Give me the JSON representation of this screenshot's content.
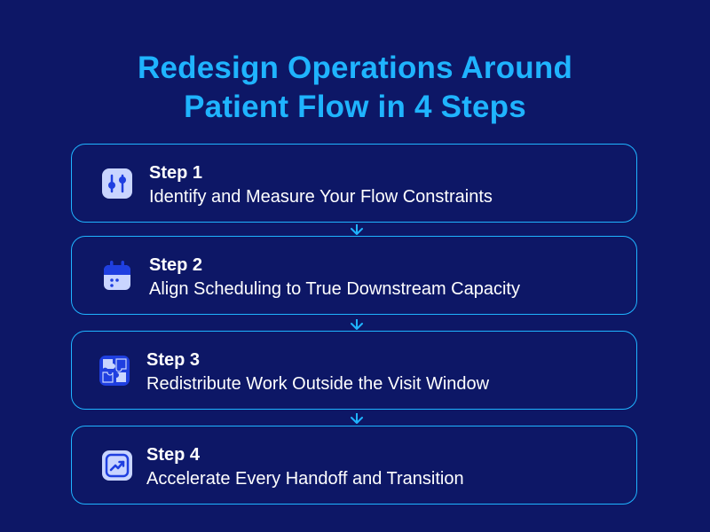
{
  "title": {
    "line1": "Redesign Operations Around",
    "line2": "Patient Flow in 4 Steps"
  },
  "steps": [
    {
      "label": "Step 1",
      "text": "Identify and Measure Your Flow Constraints",
      "icon": "sliders-icon"
    },
    {
      "label": "Step 2",
      "text": "Align Scheduling to True Downstream Capacity",
      "icon": "calendar-icon"
    },
    {
      "label": "Step 3",
      "text": "Redistribute Work Outside the Visit Window",
      "icon": "puzzle-icon"
    },
    {
      "label": "Step 4",
      "text": "Accelerate Every Handoff and Transition",
      "icon": "trending-up-icon"
    }
  ],
  "colors": {
    "background": "#0d1766",
    "accent": "#1fb4ff",
    "icon_tile": "#c9d5ff",
    "icon_glyph": "#1f3fe0"
  }
}
